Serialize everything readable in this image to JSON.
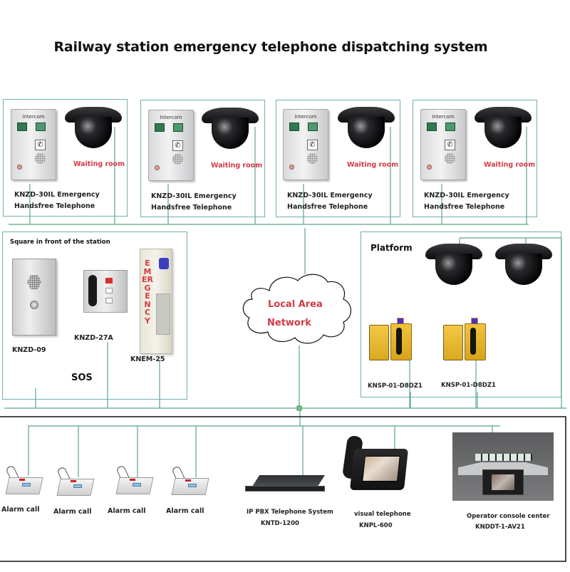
{
  "title": "Railway station emergency telephone dispatching system",
  "colors": {
    "connector_line": "#5aa58a",
    "zone_border": "#6fb0b0",
    "red_label": "#d33a45",
    "bottom_frame": "#111111"
  },
  "waiting_rooms": [
    {
      "device_panel_label": "Intercom",
      "room_label": "Waiting room",
      "model_line1": "KNZD-30IL Emergency",
      "model_line2": "Handsfree Telephone",
      "camera": "dome-camera"
    },
    {
      "device_panel_label": "Intercom",
      "room_label": "Waiting room",
      "model_line1": "KNZD-30IL Emergency",
      "model_line2": "Handsfree Telephone",
      "camera": "dome-camera"
    },
    {
      "device_panel_label": "Intercom",
      "room_label": "Waiting room",
      "model_line1": "KNZD-30IL Emergency",
      "model_line2": "Handsfree Telephone",
      "camera": "dome-camera"
    },
    {
      "device_panel_label": "Intercom",
      "room_label": "Waiting room",
      "model_line1": "KNZD-30IL Emergency",
      "model_line2": "Handsfree Telephone",
      "camera": "dome-camera"
    }
  ],
  "square": {
    "title": "Square in front of the station",
    "devices": [
      {
        "model": "KNZD-09"
      },
      {
        "model": "KNZD-27A"
      },
      {
        "model": "KNEM-25",
        "panel_text": "EMERGENCY"
      }
    ],
    "sos_label": "SOS"
  },
  "network": {
    "line1": "Local Area",
    "line2": "Network"
  },
  "platform": {
    "title": "Platform",
    "cameras": [
      "dome-camera",
      "dome-camera"
    ],
    "phones": [
      {
        "model": "KNSP-01-D8DZ1"
      },
      {
        "model": "KNSP-01-D8DZ1"
      }
    ]
  },
  "control_room": {
    "alarm_calls": [
      {
        "label": "Alarm call"
      },
      {
        "label": "Alarm call"
      },
      {
        "label": "Alarm call"
      },
      {
        "label": "Alarm call"
      }
    ],
    "pbx": {
      "line1": "IP PBX Telephone System",
      "line2": "KNTD-1200"
    },
    "visual_phone": {
      "line1": "visual telephone",
      "line2": "KNPL-600"
    },
    "console": {
      "line1": "Operator console center",
      "line2": "KNDDT-1-AV21"
    }
  }
}
